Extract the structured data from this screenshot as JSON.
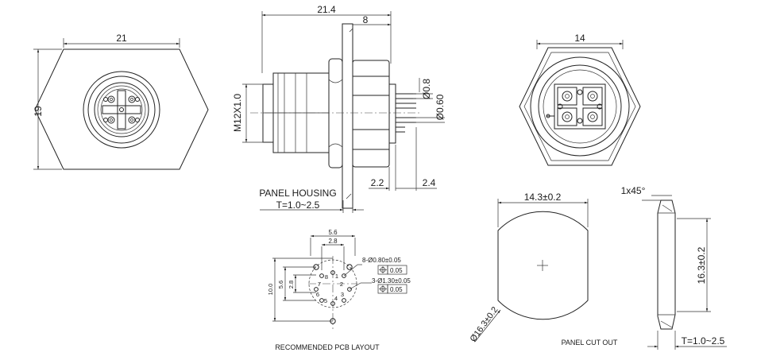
{
  "front_view": {
    "width_dim": "21",
    "height_dim": "19"
  },
  "side_view": {
    "overall_length_dim": "21.4",
    "flange_dim": "8",
    "thread_label": "M12X1.0",
    "pin_dia_1": "Ø0.8",
    "pin_dia_2": "Ø0.60",
    "dim_a": "2.2",
    "dim_b": "2.4",
    "panel_housing_label": "PANEL HOUSING",
    "panel_thickness": "T=1.0~2.5"
  },
  "rear_view": {
    "width_dim": "14"
  },
  "pcb_layout": {
    "caption": "RECOMMENDED PCB LAYOUT",
    "dim_5_6_top": "5.6",
    "dim_2_8_top": "2.8",
    "dim_10_0": "10.0",
    "dim_5_6_side": "5.6",
    "dim_2_8_side": "2.8",
    "hole_note_1": "8-Ø0.80±0.05",
    "tol_1": "0.05",
    "hole_note_2": "3-Ø1.30±0.05",
    "tol_2": "0.05",
    "pin_numbers": [
      "1",
      "2",
      "3",
      "4",
      "5",
      "6",
      "7",
      "8"
    ]
  },
  "panel_cutout": {
    "caption": "PANEL CUT OUT",
    "width_dim": "14.3±0.2",
    "dia_dim": "Ø16.3±0.2"
  },
  "panel_section": {
    "chamfer": "1x45°",
    "height_dim": "16.3±0.2",
    "thickness": "T=1.0~2.5"
  }
}
